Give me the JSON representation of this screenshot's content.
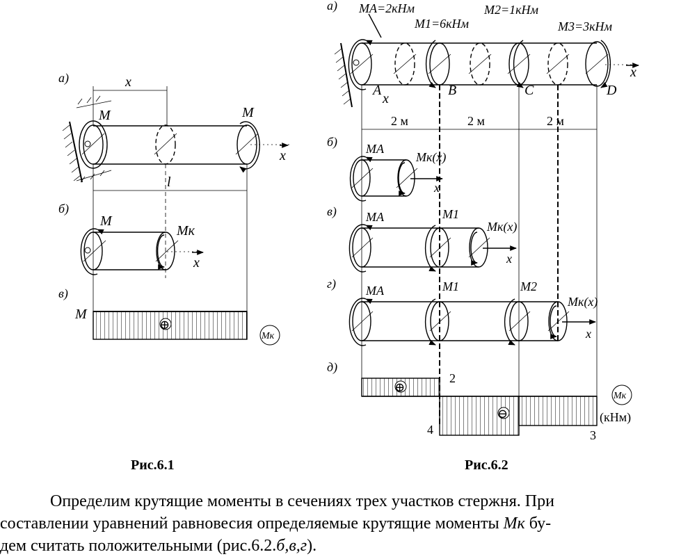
{
  "fig1": {
    "label_a": "а)",
    "label_b": "б)",
    "label_c": "в)",
    "x": "x",
    "l": "l",
    "M": "M",
    "Mk": "Mк",
    "plus": "⊕",
    "badge": "Mк",
    "caption": "Рис.6.1"
  },
  "fig2": {
    "label_a": "а)",
    "label_b": "б)",
    "label_c": "в)",
    "label_d": "г)",
    "label_e": "д)",
    "MA_val": "MA=2кНм",
    "M1_val": "M1=6кНм",
    "M2_val": "M2=1кНм",
    "M3_val": "M3=3кНм",
    "A": "A",
    "B": "B",
    "C": "C",
    "D": "D",
    "x": "x",
    "seg1": "2 м",
    "seg2": "2 м",
    "seg3": "2 м",
    "MA": "MA",
    "M1": "M1",
    "M2": "M2",
    "Mkx": "Mк(x)",
    "v2": "2",
    "v4": "4",
    "v3": "3",
    "badge": "Mк",
    "unit": "(кНм)",
    "caption": "Рис.6.2"
  },
  "paragraph": {
    "line1": "Определим крутящие моменты в сечениях трех участков стержня. При",
    "line2a": "составлении уравнений равновесия определяемые крутящие моменты ",
    "line2_var": "Mк",
    "line2b": " бу-",
    "line3a": "дем считать положительными (рис.6.2.",
    "line3_ital": "б,в,г",
    "line3b": ")."
  }
}
